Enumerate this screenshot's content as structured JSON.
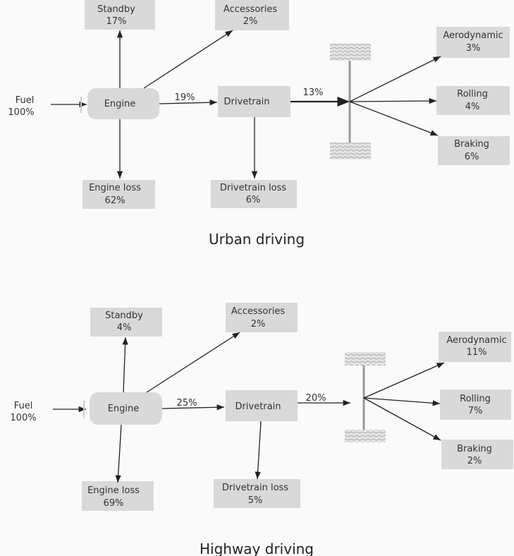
{
  "urban": {
    "title": "Urban driving",
    "fuel": {
      "label": "Fuel",
      "value": "100%"
    },
    "engine": "Engine",
    "standby": {
      "label": "Standby",
      "value": "17%"
    },
    "accessories": {
      "label": "Accessories",
      "value": "2%"
    },
    "engine_to_drivetrain": "19%",
    "drivetrain": "Drivetrain",
    "engine_loss": {
      "label": "Engine loss",
      "value": "62%"
    },
    "drivetrain_loss": {
      "label": "Drivetrain loss",
      "value": "6%"
    },
    "drivetrain_to_wheels": "13%",
    "aerodynamic": {
      "label": "Aerodynamic",
      "value": "3%"
    },
    "rolling": {
      "label": "Rolling",
      "value": "4%"
    },
    "braking": {
      "label": "Braking",
      "value": "6%"
    }
  },
  "highway": {
    "title": "Highway driving",
    "fuel": {
      "label": "Fuel",
      "value": "100%"
    },
    "engine": "Engine",
    "standby": {
      "label": "Standby",
      "value": "4%"
    },
    "accessories": {
      "label": "Accessories",
      "value": "2%"
    },
    "engine_to_drivetrain": "25%",
    "drivetrain": "Drivetrain",
    "engine_loss": {
      "label": "Engine loss",
      "value": "69%"
    },
    "drivetrain_loss": {
      "label": "Drivetrain loss",
      "value": "5%"
    },
    "drivetrain_to_wheels": "20%",
    "aerodynamic": {
      "label": "Aerodynamic",
      "value": "11%"
    },
    "rolling": {
      "label": "Rolling",
      "value": "7%"
    },
    "braking": {
      "label": "Braking",
      "value": "2%"
    }
  }
}
